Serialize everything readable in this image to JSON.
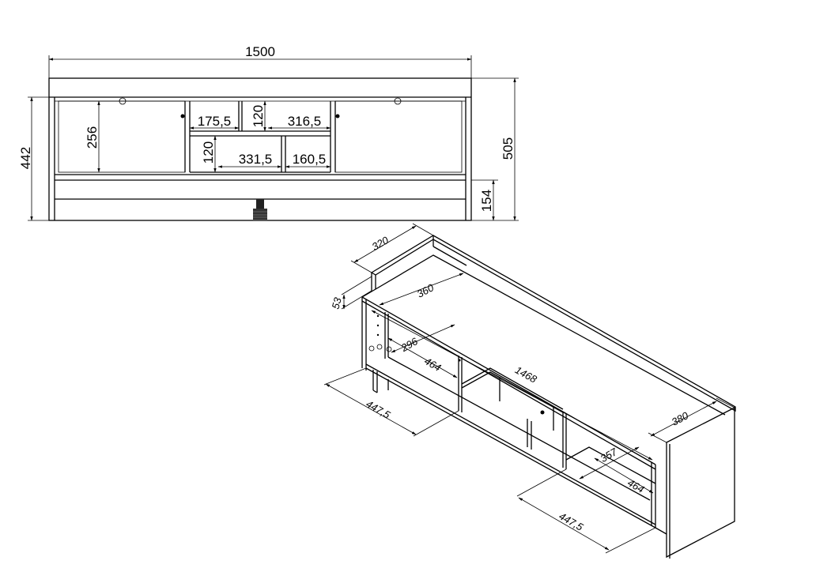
{
  "front_view": {
    "width": "1500",
    "height_total": "505",
    "height_side": "442",
    "door_height": "256",
    "shelf_w1": "175,5",
    "shelf_h1": "120",
    "shelf_w2": "316,5",
    "shelf_h2": "120",
    "shelf_w3": "331,5",
    "shelf_w4": "160,5",
    "leg_height": "154"
  },
  "iso_view": {
    "depth_top": "320",
    "top_thickness": "53",
    "inner_depth": "360",
    "inner_small": "296",
    "depth_mid": "464",
    "length": "1468",
    "depth_left": "447,5",
    "side_depth": "380",
    "inner_357": "357",
    "depth_right": "464",
    "depth_right_bottom": "447,5"
  },
  "colors": {
    "line": "#000000",
    "background": "#ffffff"
  }
}
